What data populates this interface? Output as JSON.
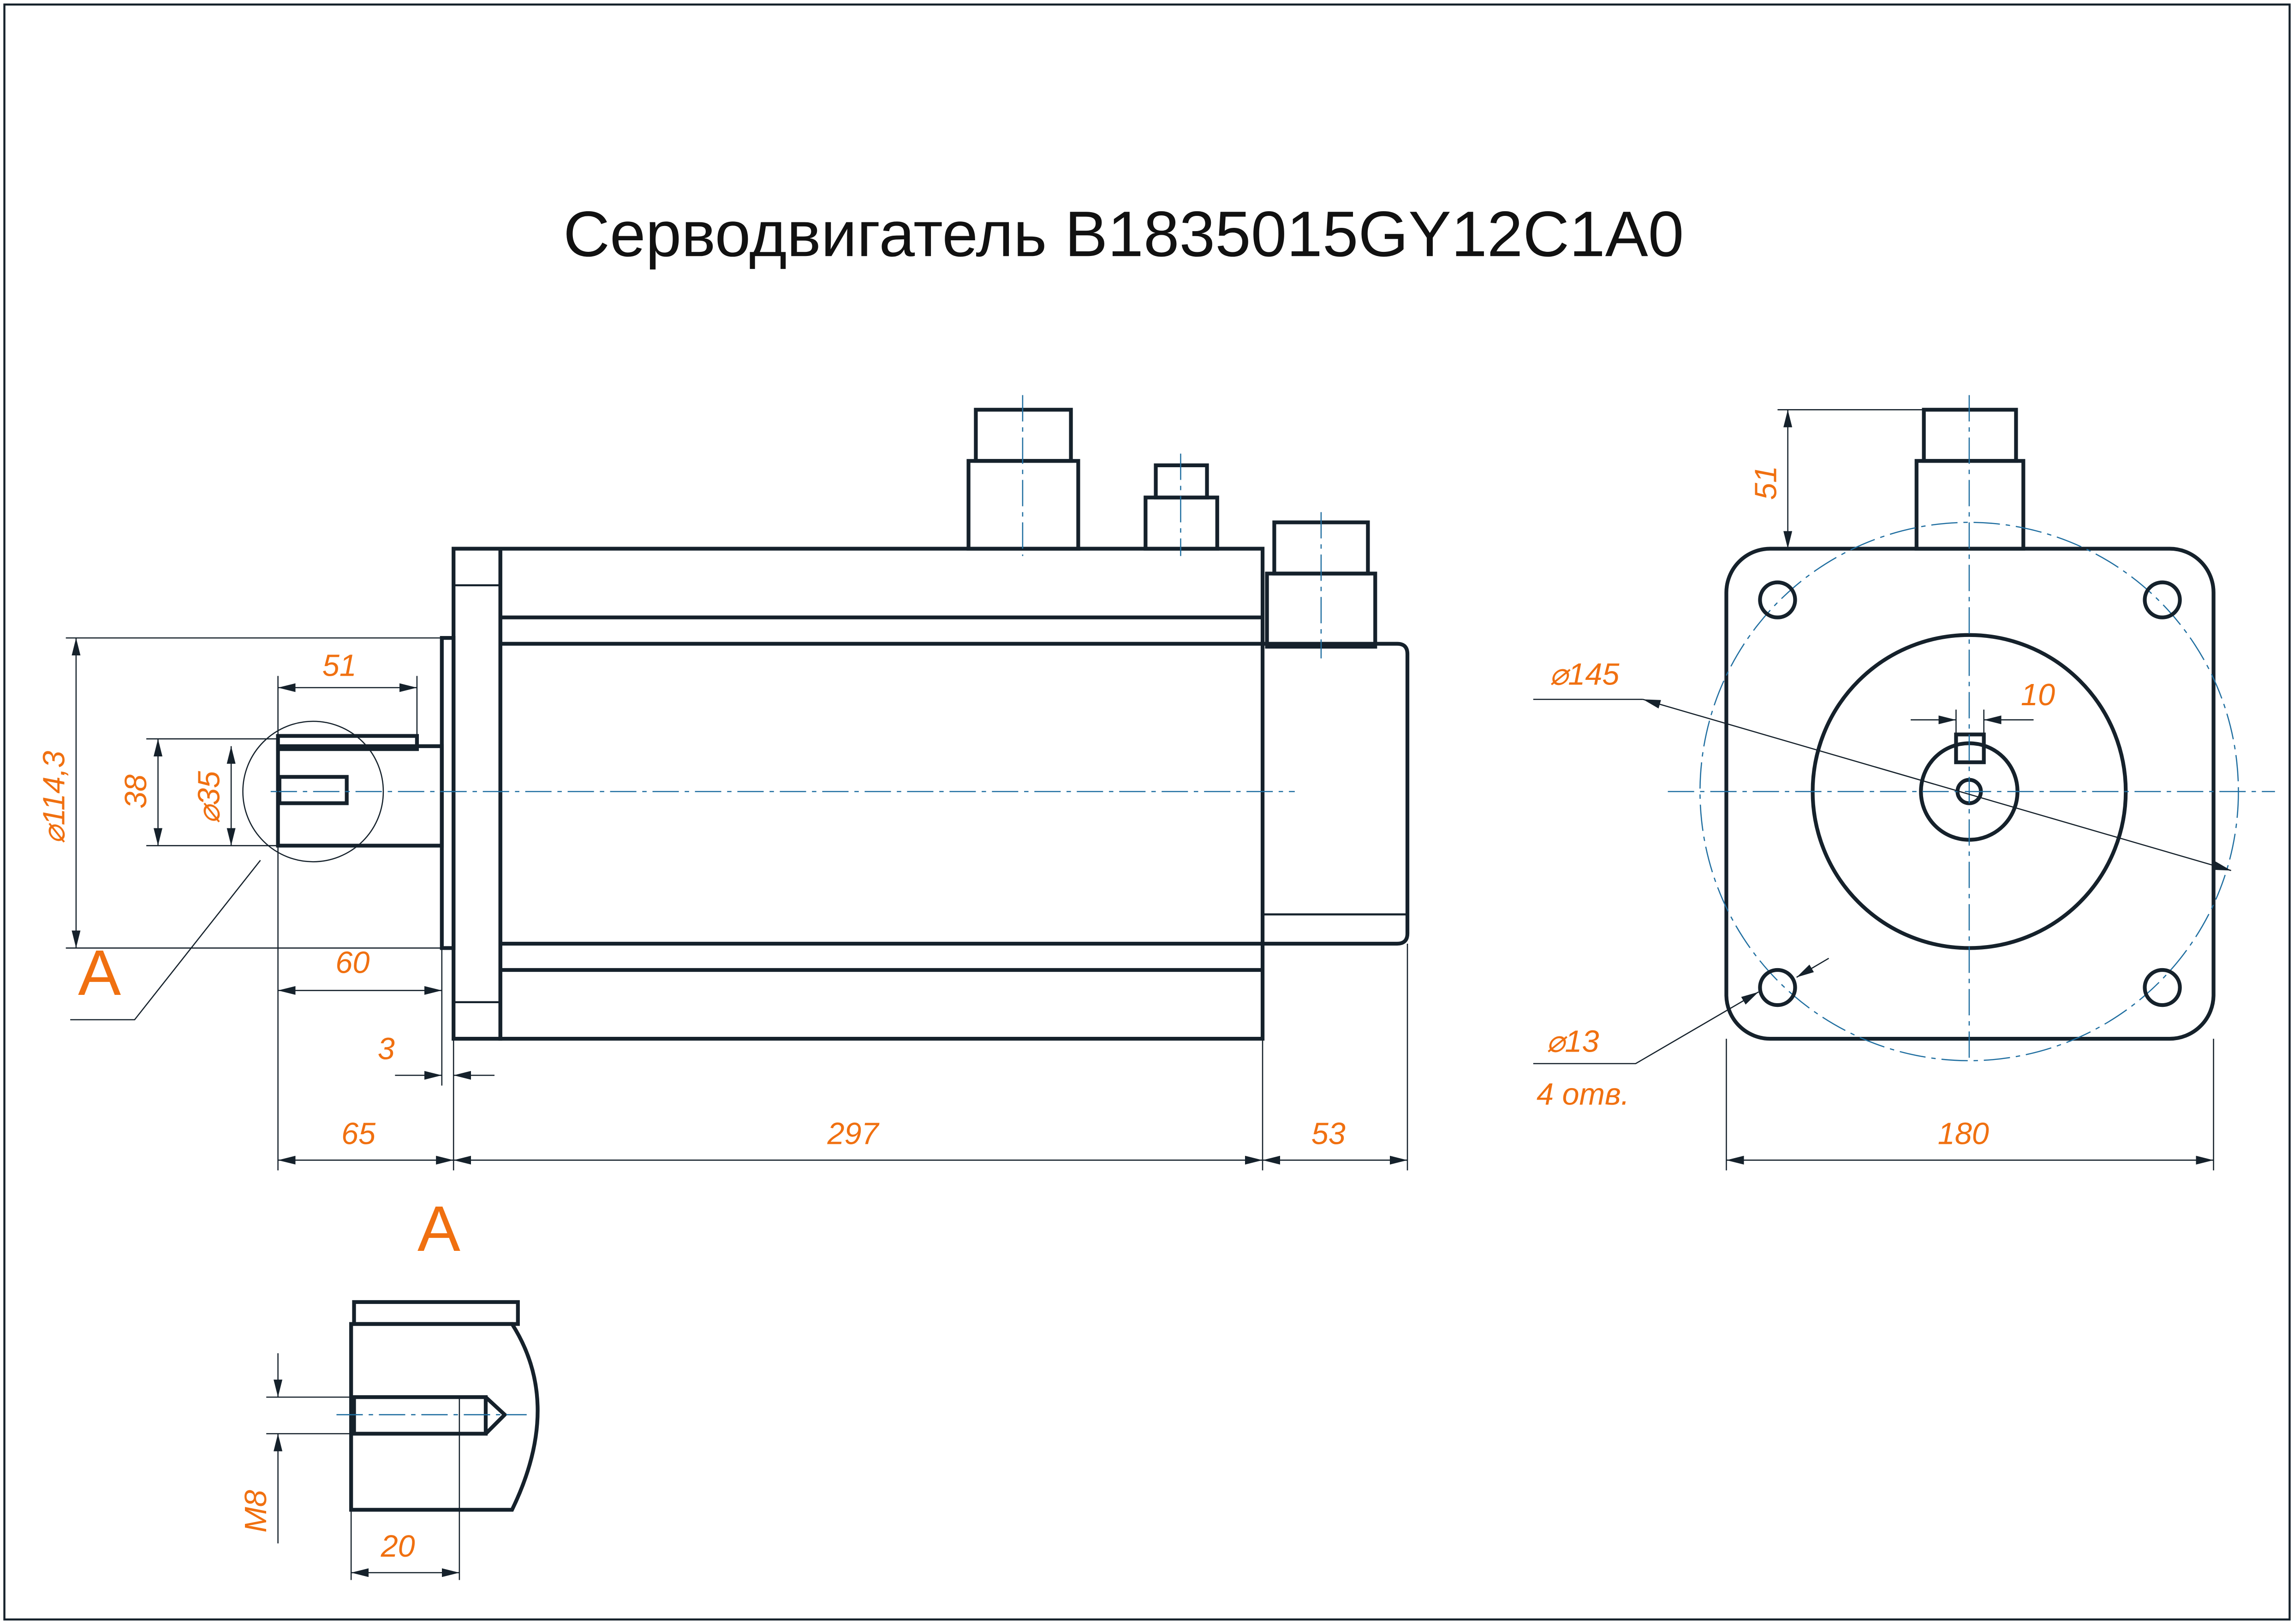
{
  "title": "Серводвигатель B1835015GY12C1A0",
  "side_view": {
    "dim_flange_dia": "⌀114,3",
    "dim_key_height": "38",
    "dim_shaft_dia": "⌀35",
    "dim_key_length": "51",
    "dim_shaft_length": "60",
    "dim_pilot": "3",
    "dim_front": "65",
    "dim_body": "297",
    "dim_rear": "53",
    "section_label": "A"
  },
  "front_view": {
    "dim_connector_height": "51",
    "dim_bolt_circle": "⌀145",
    "dim_key_width": "10",
    "dim_hole_dia": "⌀13",
    "hole_count": "4 отв.",
    "dim_flange_width": "180"
  },
  "detail_a": {
    "label": "A",
    "thread": "M8",
    "thread_depth": "20"
  },
  "colors": {
    "dimension_text": "#f07010",
    "lines": "#15212b",
    "axis": "#1f6ea0"
  }
}
